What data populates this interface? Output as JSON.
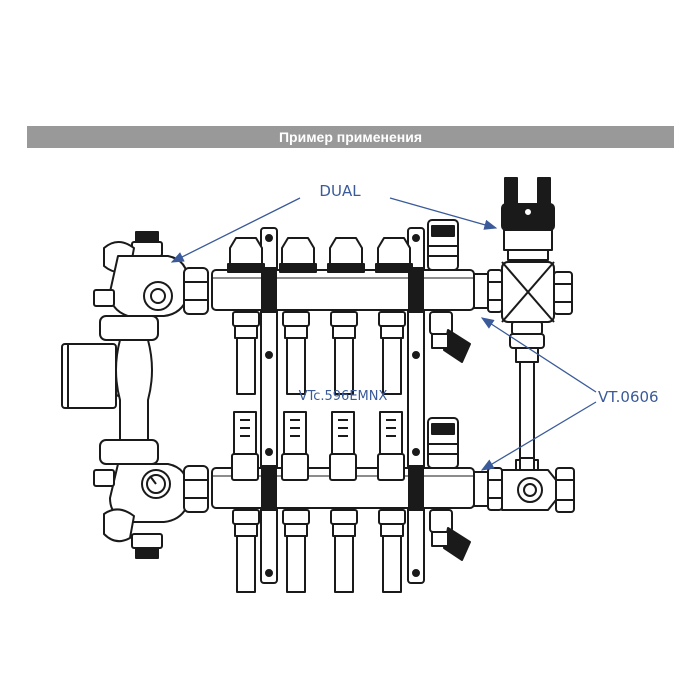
{
  "banner": {
    "title": "Пример применения"
  },
  "labels": {
    "dual": "DUAL",
    "manifold": "VTc.596EMNX",
    "part": "VT.0606"
  },
  "colors": {
    "banner_bg": "#999999",
    "label_blue": "#3a5a9a",
    "line": "#1a1a1a"
  }
}
